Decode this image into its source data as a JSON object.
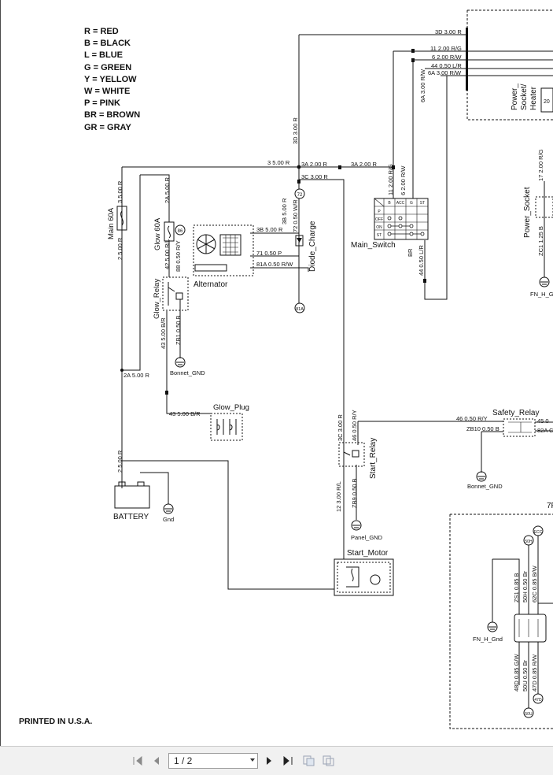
{
  "legend": [
    {
      "text": "R = RED"
    },
    {
      "text": "B = BLACK"
    },
    {
      "text": "L = BLUE"
    },
    {
      "text": "G = GREEN"
    },
    {
      "text": "Y = YELLOW"
    },
    {
      "text": "W = WHITE"
    },
    {
      "text": "P = PINK"
    },
    {
      "text": "BR = BROWN"
    },
    {
      "text": "GR = GRAY"
    }
  ],
  "components": {
    "main_fuse": "Main 60A",
    "glow_fuse": "Glow 60A",
    "glow_relay": "Glow_Relay",
    "alternator": "Alternator",
    "diode_charge": "Diode_Charge",
    "main_switch": "Main_Switch",
    "power_socket": "Power_Socket",
    "power_socket_heater": [
      "Power_",
      "Socket/",
      "Heater"
    ],
    "bonnet_gnd_1": "Bonnet_GND",
    "bonnet_gnd_2": "Bonnet_GND",
    "glow_plug": "Glow_Plug",
    "battery": "BATTERY",
    "gnd": "Gnd",
    "start_relay": "Start_Relay",
    "panel_gnd": "Panel_GND",
    "start_motor": "Start_Motor",
    "safety_relay": "Safety_Relay",
    "fn_h_gnd_1": "FN_H_G",
    "fn_h_gnd_2": "FN_H_Gnd",
    "partial_7": "7F"
  },
  "switch_rows": [
    "P",
    "OFF",
    "ON",
    "ST"
  ],
  "switch_cols": [
    "B",
    "ACC",
    "G",
    "ST"
  ],
  "connectors": [
    "86",
    "72",
    "81A",
    "50H",
    "ECC",
    "50U",
    "47D"
  ],
  "wires": [
    "3D 3.00 R",
    "11 2.00 R/G",
    "6 2.00 R/W",
    "44 0.50 L/R",
    "6A 3.00 R/W",
    "6A 3.00 R/W",
    "3D 3.00 R",
    "3 5.00 R",
    "3A 2.00 R",
    "3A 2.00 R",
    "3B 5.00 R",
    "3C 3.00 R",
    "11 2.00 R/G",
    "6 2.00 R/W",
    "BR",
    "44 0.50 L/R",
    "3B 5.00 R",
    "72 0.50 W/R",
    "71 0.50 P",
    "81A 0.50 R/W",
    "2A 5.00 R",
    "3 5.00 R",
    "2 5.00 R",
    "42 5.00 R/L",
    "88 0.50 R/Y",
    "43 5.00 B/R",
    "ZB1 0.50 B",
    "2A 5.00 R",
    "43 5.00 B/R",
    "2 5.00 R",
    "3C 3.00 R",
    "46 0.50 R/Y",
    "12 3.00 R/L",
    "ZB9 0.50 B",
    "46 0.50 R/Y",
    "ZB10 0.50 B",
    "45 0",
    "82A C",
    "17 2.00 R/G",
    "ZC1 1.25 B",
    "ZS1 0.85 B",
    "50H 0.50 Br",
    "62C 0.85 B/W",
    "48D 0.85 G/W",
    "50U 0.50 Br",
    "47D 0.85 R/W"
  ],
  "heater_value": "20",
  "footer": "PRINTED IN U.S.A.",
  "pager": {
    "current": "1 / 2"
  },
  "colors": {
    "line": "#111111",
    "toolbar": "#f1f1f1"
  }
}
